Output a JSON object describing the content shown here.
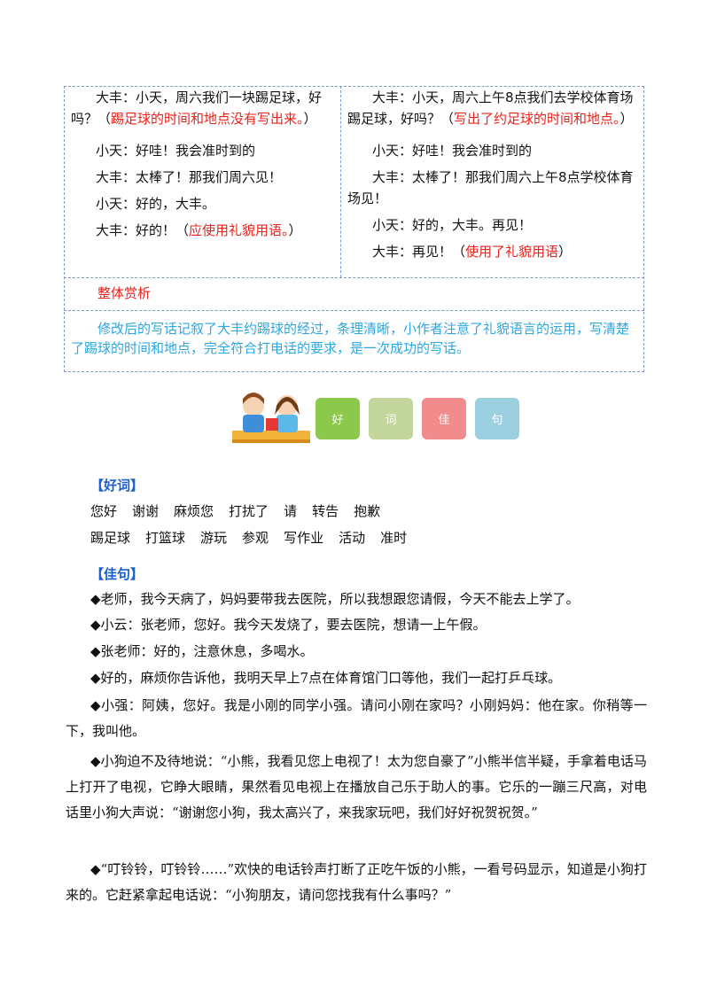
{
  "left_col": {
    "lines": [
      {
        "parts": [
          {
            "t": "大丰：小天，周六我们一块踢足球，好吗？（",
            "c": ""
          },
          {
            "t": "踢足球的时间和地点没有写出来。",
            "c": "red"
          },
          {
            "t": "）",
            "c": ""
          }
        ]
      },
      {
        "parts": [
          {
            "t": "小天：好哇！我会准时到的",
            "c": ""
          }
        ]
      },
      {
        "parts": [
          {
            "t": "大丰：太棒了！那我们周六见！",
            "c": ""
          }
        ]
      },
      {
        "parts": [
          {
            "t": "小天：好的，大丰。",
            "c": ""
          }
        ]
      },
      {
        "parts": [
          {
            "t": "大丰：好的！（",
            "c": ""
          },
          {
            "t": "应使用礼貌用语。",
            "c": "red"
          },
          {
            "t": "）",
            "c": ""
          }
        ]
      }
    ]
  },
  "right_col": {
    "lines": [
      {
        "parts": [
          {
            "t": "大丰：小天，周六上午8点我们去学校体育场踢足球，好吗？（",
            "c": ""
          },
          {
            "t": "写出了约足球的时间和地点。",
            "c": "red"
          },
          {
            "t": "）",
            "c": ""
          }
        ]
      },
      {
        "parts": [
          {
            "t": "小天：好哇！我会准时到的",
            "c": ""
          }
        ]
      },
      {
        "parts": [
          {
            "t": "大丰：太棒了！那我们周六上午8点学校体育场见！",
            "c": ""
          }
        ]
      },
      {
        "parts": [
          {
            "t": "小天：好的，大丰。再见！",
            "c": ""
          }
        ]
      },
      {
        "parts": [
          {
            "t": "大丰：再见！（",
            "c": ""
          },
          {
            "t": "使用了礼貌用语",
            "c": "red"
          },
          {
            "t": "）",
            "c": ""
          }
        ]
      }
    ]
  },
  "summary_heading": "整体赏析",
  "summary_text": "修改后的写话记叙了大丰约踢球的经过，条理清晰，小作者注意了礼貌语言的运用，写清楚了踢球的时间和地点，完全符合打电话的要求，是一次成功的写话。",
  "tiles": [
    {
      "label": "好",
      "color": "#8cc84b"
    },
    {
      "label": "词",
      "color": "#c3d69b"
    },
    {
      "label": "佳",
      "color": "#f28b8b"
    },
    {
      "label": "句",
      "color": "#9ccfe0"
    }
  ],
  "good_words_heading": "【好词】",
  "good_words_row1": [
    "您好",
    "谢谢",
    "麻烦您",
    "打扰了",
    "请",
    "转告",
    "抱歉"
  ],
  "good_words_row2": [
    "踢足球",
    "打篮球",
    "游玩",
    "参观",
    "写作业",
    "活动",
    "准时"
  ],
  "good_sentences_heading": "【佳句】",
  "sentences": [
    "◆老师，我今天病了，妈妈要带我去医院，所以我想跟您请假，今天不能去上学了。",
    "◆小云：张老师，您好。我今天发烧了，要去医院，想请一上午假。",
    "◆张老师：好的，注意休息，多喝水。",
    "◆好的，麻烦你告诉他，我明天早上7点在体育馆门口等他，我们一起打乒乓球。"
  ],
  "paragraphs": [
    "◆小强：阿姨，您好。我是小刚的同学小强。请问小刚在家吗？小刚妈妈：他在家。你稍等一下，我叫他。",
    "◆小狗迫不及待地说：“小熊，我看见您上电视了！太为您自豪了”小熊半信半疑，手拿着电话马上打开了电视，它睁大眼睛，果然看见电视上在播放自己乐于助人的事。它乐的一蹦三尺高，对电话里小狗大声说：“谢谢您小狗，我太高兴了，来我家玩吧，我们好好祝贺祝贺。”",
    "◆“叮铃铃，叮铃铃……”欢快的电话铃声打断了正吃午饭的小熊，一看号码显示，知道是小狗打来的。它赶紧拿起电话说：“小狗朋友，请问您找我有什么事吗？”"
  ]
}
